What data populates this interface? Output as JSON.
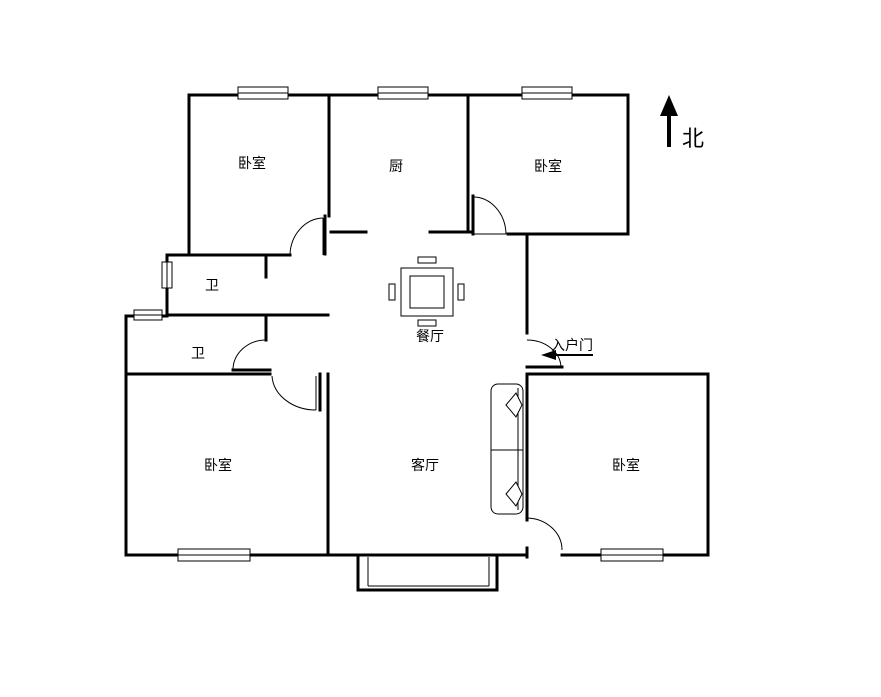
{
  "compass": {
    "label": "北"
  },
  "rooms": {
    "bedroom_nw": "卧室",
    "kitchen": "厨",
    "bedroom_ne": "卧室",
    "bath_upper": "卫",
    "bath_lower": "卫",
    "dining": "餐厅",
    "living": "客厅",
    "bedroom_sw": "卧室",
    "bedroom_se": "卧室"
  },
  "entrance": {
    "label": "入户门"
  }
}
